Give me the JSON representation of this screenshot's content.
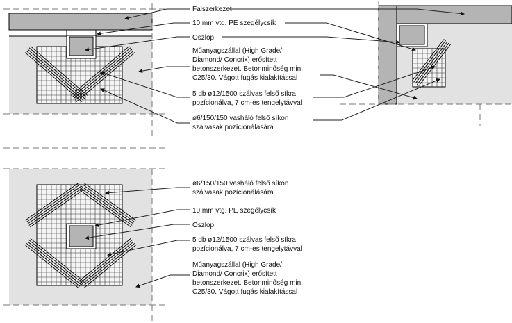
{
  "colors": {
    "background": "#ffffff",
    "slab_fill": "#e2e2e2",
    "slab_band": "#b4b4b4",
    "line": "#000000",
    "leader": "#222222",
    "mesh": "#333333",
    "dash": "#777777"
  },
  "top_labels": [
    {
      "id": "falszerkezet",
      "lines": [
        "Falszerkezet"
      ]
    },
    {
      "id": "pe-szegelycsik",
      "lines": [
        "10 mm vtg. PE szegélycsík"
      ]
    },
    {
      "id": "oszlop",
      "lines": [
        "Oszlop"
      ]
    },
    {
      "id": "muanyagszal",
      "lines": [
        "Műanyagszállal (High Grade/",
        "Diamond/ Concrix) erősített",
        "betonszerkezet. Betonminőség min.",
        "C25/30. Vágott fugás kialakítással"
      ]
    },
    {
      "id": "szalvas",
      "lines": [
        "5 db ø12/1500 szálvas felső síkra",
        "pozícionálva, 7 cm-es tengelytávval"
      ]
    },
    {
      "id": "vashalo",
      "lines": [
        "ø6/150/150 vasháló felső síkon",
        "szálvasak pozícionálására"
      ]
    }
  ],
  "bottom_labels": [
    {
      "id": "vashalo",
      "lines": [
        "ø6/150/150 vasháló felső síkon",
        "szálvasak pozícionálására"
      ]
    },
    {
      "id": "pe-szegelycsik",
      "lines": [
        "10 mm vtg. PE szegélycsík"
      ]
    },
    {
      "id": "oszlop",
      "lines": [
        "Oszlop"
      ]
    },
    {
      "id": "szalvas",
      "lines": [
        "5 db ø12/1500 szálvas felső síkra",
        "pozícionálva, 7 cm-es tengelytávval"
      ]
    },
    {
      "id": "muanyagszal",
      "lines": [
        "Műanyagszállal (High Grade/",
        "Diamond/ Concrix) erősített",
        "betonszerkezet. Betonminőség min.",
        "C25/30. Vágott fugás kialakítással"
      ]
    }
  ]
}
